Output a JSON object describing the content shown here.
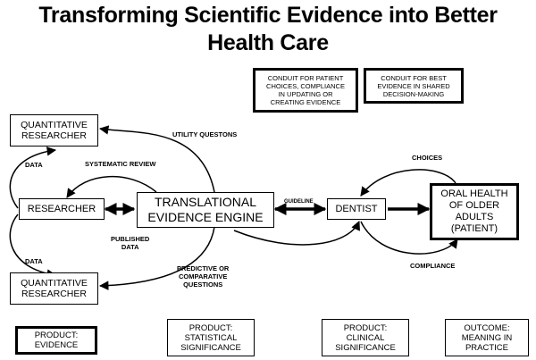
{
  "title_line1": "Transforming Scientific Evidence into Better",
  "title_line2": "Health Care",
  "conduit_patient": "CONDUIT FOR PATIENT\nCHOICES, COMPLIANCE\nIN UPDATING OR\nCREATING EVIDENCE",
  "conduit_best": "CONDUIT FOR BEST\nEVIDENCE IN SHARED\nDECISION-MAKING",
  "quant_researcher_top": "QUANTITATIVE\nRESEARCHER",
  "quant_researcher_bottom": "QUANTITATIVE\nRESEARCHER",
  "researcher": "RESEARCHER",
  "engine": "TRANSLATIONAL\nEVIDENCE ENGINE",
  "dentist": "DENTIST",
  "patient": "ORAL HEALTH\nOF OLDER\nADULTS\n(PATIENT)",
  "label_data_top": "DATA",
  "label_data_bottom": "DATA",
  "label_utility": "UTILITY QUESTONS",
  "label_systematic": "SYSTEMATIC REVIEW",
  "label_published": "PUBLISHED\nDATA",
  "label_predictive": "PREDICTIVE OR\nCOMPARATIVE\nQUESTIONS",
  "label_guideline": "GUIDELINE",
  "label_choices": "CHOICES",
  "label_compliance": "COMPLIANCE",
  "footer": [
    "PRODUCT:\nEVIDENCE",
    "PRODUCT:\nSTATISTICAL\nSIGNIFICANCE",
    "PRODUCT:\nCLINICAL\nSIGNIFICANCE",
    "OUTCOME:\nMEANING IN\nPRACTICE"
  ]
}
